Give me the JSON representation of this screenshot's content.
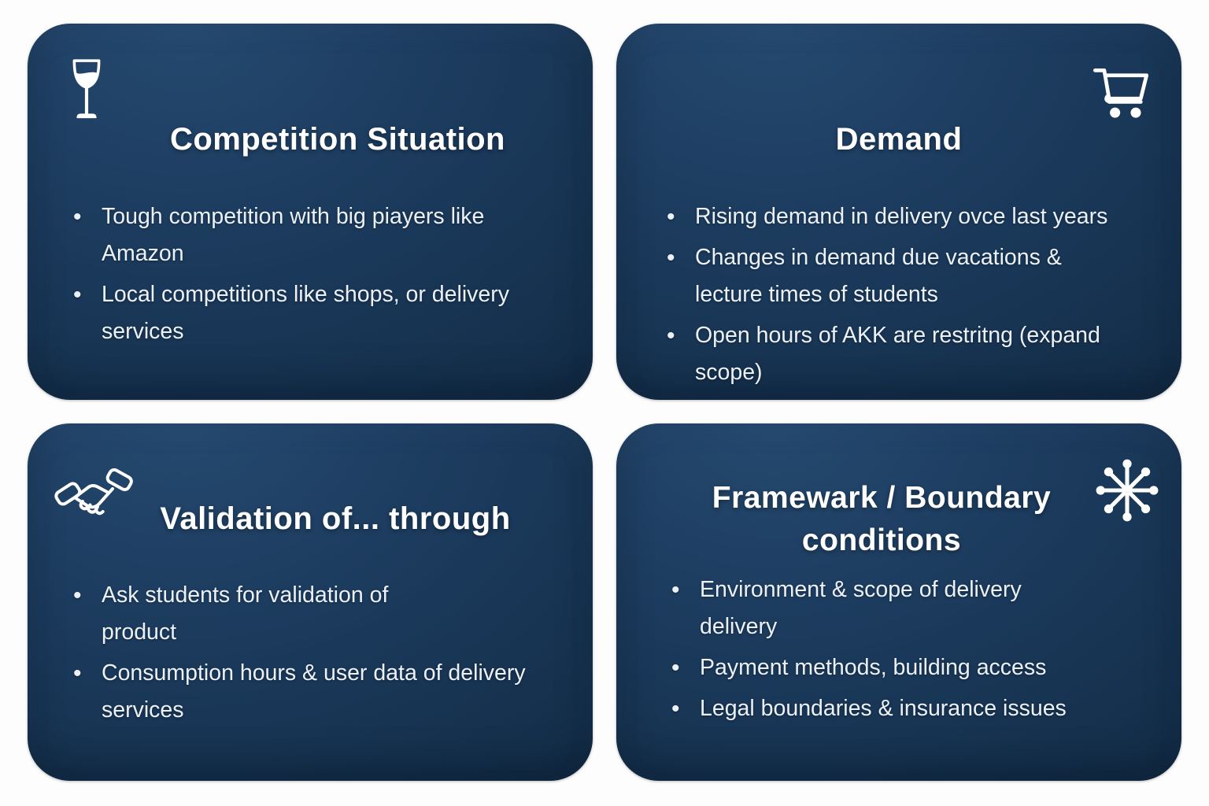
{
  "page": {
    "background_color": "#fdfdfd",
    "card_color": "#1b3a5c",
    "card_gradient_light": "#25496f",
    "card_gradient_dark": "#122941",
    "text_color": "#ffffff",
    "bullet_text_color": "#ecf1f7"
  },
  "cards": [
    {
      "id": "competition-situation",
      "icon": "wine-glass-icon",
      "icon_side": "left",
      "title": "Competition Situation",
      "bullets": [
        "Tough competition with big piayers like\nAmazon",
        "Local competitions like shops, or delivery\nservices"
      ]
    },
    {
      "id": "demand",
      "icon": "shopping-cart-icon",
      "icon_side": "right",
      "title": "Demand",
      "bullets": [
        "Rising demand in delivery ovce last years",
        "Changes in demand due vacations &\nlecture times of students",
        "Open hours of AKK are restritng (expand\nscope)"
      ]
    },
    {
      "id": "validation",
      "icon": "handshake-icon",
      "icon_side": "left",
      "title": "Validation of... through",
      "bullets": [
        "Ask students for validation of\nproduct",
        "Consumption hours & user data of delivery\nservices"
      ]
    },
    {
      "id": "framework-boundary",
      "icon": "network-asterisk-icon",
      "icon_side": "right",
      "title": "Framewark / Boundary\nconditions",
      "bullets": [
        "Environment & scope of delivery\ndelivery",
        "Payment methods, building access",
        "Legal boundaries & insurance issues"
      ]
    }
  ]
}
